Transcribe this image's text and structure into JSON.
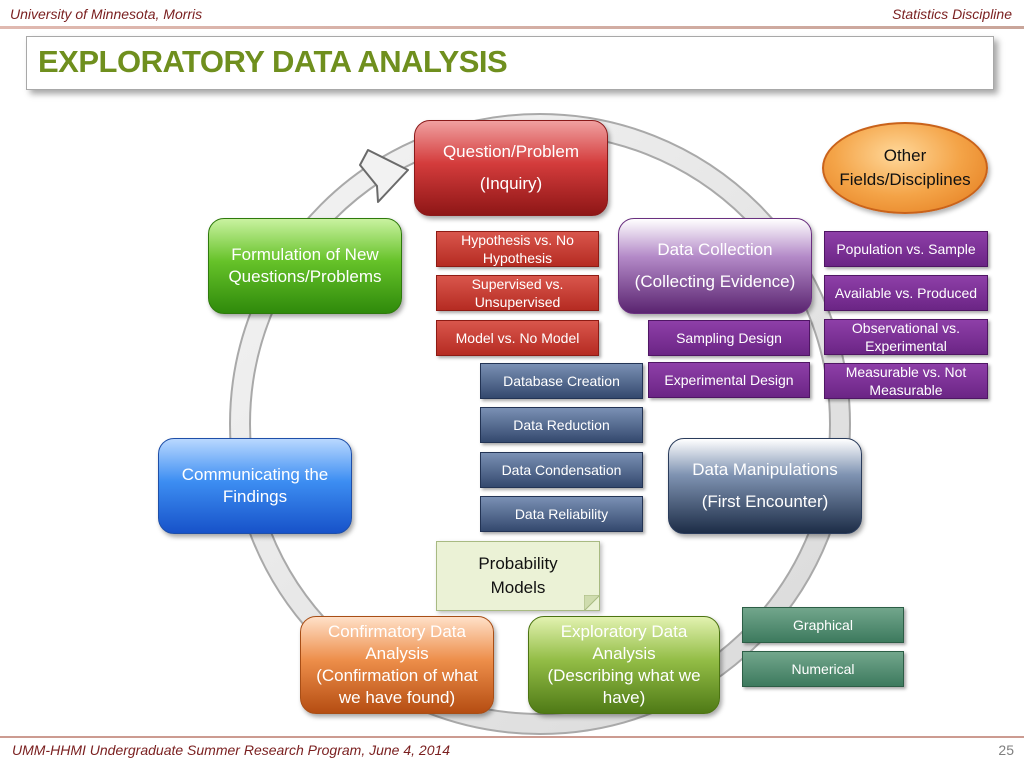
{
  "header": {
    "left": "University of Minnesota, Morris",
    "right": "Statistics Discipline"
  },
  "title": "EXPLORATORY DATA ANALYSIS",
  "cycle": {
    "question": {
      "line1": "Question/Problem",
      "line2": "(Inquiry)"
    },
    "data_collection": {
      "line1": "Data Collection",
      "line2": "(Collecting Evidence)"
    },
    "data_manipulations": {
      "line1": "Data Manipulations",
      "line2": "(First Encounter)"
    },
    "eda": {
      "line1": "Exploratory Data Analysis",
      "line2": "(Describing what we have)"
    },
    "cda": {
      "line1": "Confirmatory Data Analysis",
      "line2": "(Confirmation of what we have found)"
    },
    "communicating": {
      "line1": "Communicating the Findings"
    },
    "formulation": {
      "line1": "Formulation of New Questions/Problems"
    }
  },
  "other_fields": "Other Fields/Disciplines",
  "question_tags": [
    "Hypothesis vs. No Hypothesis",
    "Supervised vs. Unsupervised",
    "Model vs. No Model"
  ],
  "collection_tags": [
    "Sampling Design",
    "Experimental Design"
  ],
  "population_tags": [
    "Population vs. Sample",
    "Available vs. Produced",
    "Observational vs. Experimental",
    "Measurable vs. Not Measurable"
  ],
  "manipulation_tags": [
    "Database Creation",
    "Data Reduction",
    "Data Condensation",
    "Data Reliability"
  ],
  "probability_models": "Probability Models",
  "eda_tags": [
    "Graphical",
    "Numerical"
  ],
  "footer": {
    "left": "UMM-HHMI Undergraduate Summer Research Program,  June 4, 2014",
    "page": "25"
  },
  "colors": {
    "title": "#6f8f1e",
    "header_text": "#7a1f1f"
  }
}
